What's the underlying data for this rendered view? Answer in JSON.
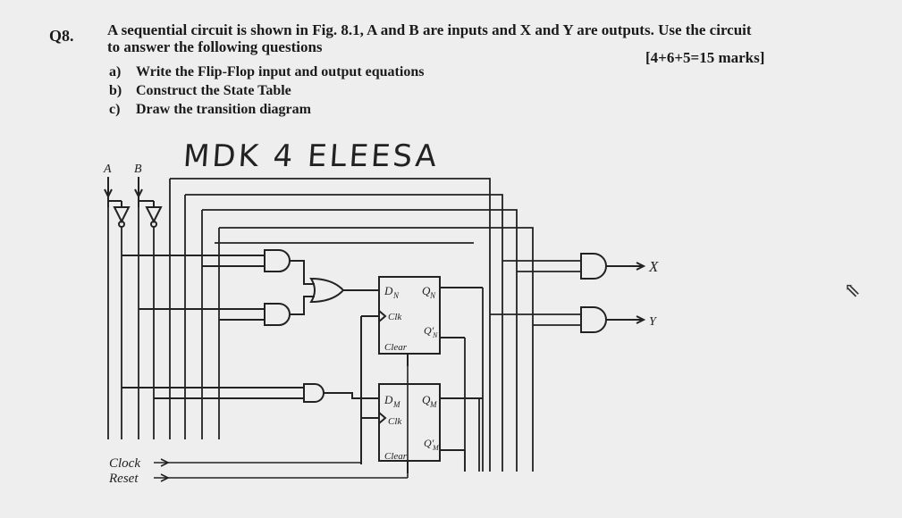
{
  "question": {
    "number": "Q8.",
    "line1": "A sequential circuit is shown in Fig. 8.1, A and B are inputs and X and Y are outputs. Use the circuit",
    "line2": "to answer the following questions",
    "marks": "[4+6+5=15 marks]",
    "items": [
      {
        "label": "a)",
        "text": "Write the Flip-Flop input and output equations"
      },
      {
        "label": "b)",
        "text": "Construct the State Table"
      },
      {
        "label": "c)",
        "text": "Draw the transition diagram"
      }
    ]
  },
  "handwriting": "MDK 4 ELEESA",
  "circuit": {
    "input_a": "A",
    "input_b": "B",
    "output_x": "X",
    "output_y": "Y",
    "clock_label": "Clock",
    "reset_label": "Reset",
    "ff_n": {
      "d": "D",
      "d_sub": "N",
      "q": "Q",
      "q_sub": "N",
      "qbar": "Q'",
      "qbar_sub": "N",
      "clk": "Clk",
      "clear": "Clear"
    },
    "ff_m": {
      "d": "D",
      "d_sub": "M",
      "q": "Q",
      "q_sub": "M",
      "qbar": "Q'",
      "qbar_sub": "M",
      "clk": "Clk",
      "clear": "Clear"
    }
  },
  "colors": {
    "ink": "#222222",
    "paper": "#eeeeef"
  }
}
